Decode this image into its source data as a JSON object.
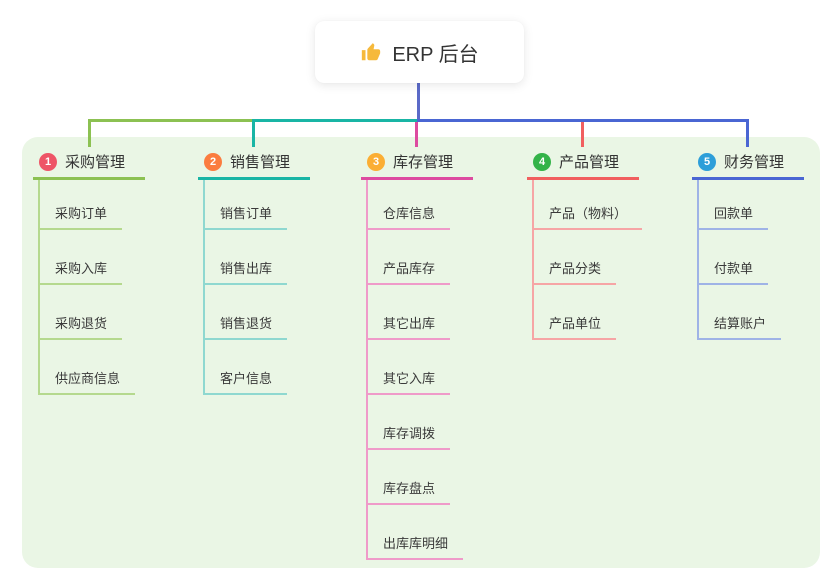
{
  "root": {
    "label": "ERP 后台",
    "icon": "thumbs-up-icon",
    "icon_color": "#f6b93b",
    "trunk_color": "#5b6ac8"
  },
  "panel": {
    "background": "#eaf6e5"
  },
  "connectors": {
    "bus_left_color": "#8cc152",
    "bus_middle_color": "#19b5a5",
    "bus_right_color": "#4a66d3",
    "drop_colors": [
      "#8cc152",
      "#19b5a5",
      "#dd4ba0",
      "#f15f5f",
      "#4a66d3"
    ]
  },
  "branches": [
    {
      "badge": "1",
      "badge_color": "#ee5567",
      "label": "采购管理",
      "color": "#8cc152",
      "light_color": "#b5d98e",
      "items": [
        "采购订单",
        "采购入库",
        "采购退货",
        "供应商信息"
      ]
    },
    {
      "badge": "2",
      "badge_color": "#fb7c3f",
      "label": "销售管理",
      "color": "#19b5a5",
      "light_color": "#8fd8d0",
      "items": [
        "销售订单",
        "销售出库",
        "销售退货",
        "客户信息"
      ]
    },
    {
      "badge": "3",
      "badge_color": "#fbae34",
      "label": "库存管理",
      "color": "#dd4ba0",
      "light_color": "#ef9ac9",
      "items": [
        "仓库信息",
        "产品库存",
        "其它出库",
        "其它入库",
        "库存调拨",
        "库存盘点",
        "出库库明细"
      ]
    },
    {
      "badge": "4",
      "badge_color": "#33b348",
      "label": "产品管理",
      "color": "#f15f5f",
      "light_color": "#f6a5a5",
      "items": [
        "产品（物料）",
        "产品分类",
        "产品单位"
      ]
    },
    {
      "badge": "5",
      "badge_color": "#2d9ed9",
      "label": "财务管理",
      "color": "#4a66d3",
      "light_color": "#9fb3e6",
      "items": [
        "回款单",
        "付款单",
        "结算账户"
      ]
    }
  ]
}
